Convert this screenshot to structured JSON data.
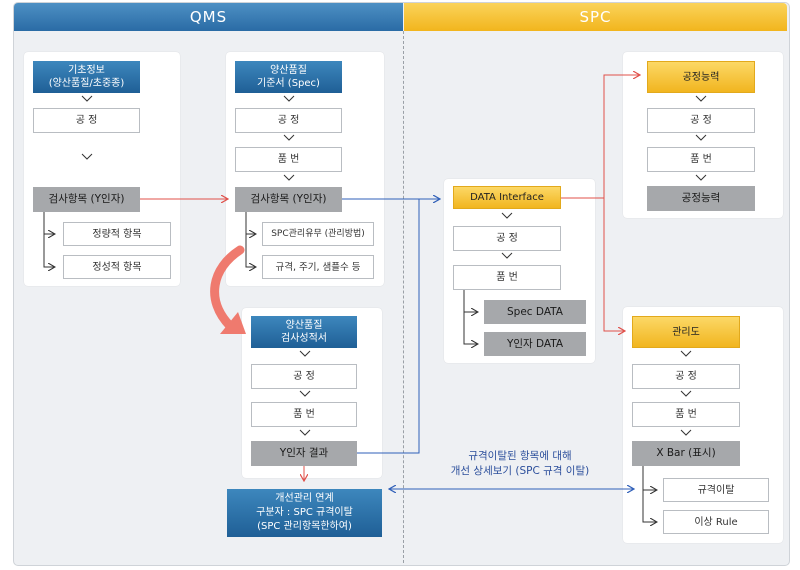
{
  "headers": {
    "qms": "QMS",
    "spc": "SPC"
  },
  "col1": {
    "title": "기초정보\n(양산품질/초중종)",
    "process": "공 정",
    "inspection": "검사항목 (Y인자)",
    "sub": [
      "정량적 항목",
      "정성적 항목"
    ]
  },
  "col2": {
    "title": "양산품질\n기준서 (Spec)",
    "process": "공 정",
    "part": "품 번",
    "inspection": "검사항목 (Y인자)",
    "sub": [
      "SPC관리유무 (관리방법)",
      "규격, 주기, 샘플수 등"
    ]
  },
  "col3": {
    "title": "양산품질\n검사성적서",
    "process": "공 정",
    "part": "품 번",
    "result": "Y인자 결과"
  },
  "improvement": "개선관리 연계\n구분자 : SPC 규격이탈\n(SPC 관리항목한하여)",
  "data_interface": {
    "title": "DATA Interface",
    "process": "공 정",
    "part": "품 번",
    "sub": [
      "Spec DATA",
      "Y인자 DATA"
    ]
  },
  "capability": {
    "title": "공정능력",
    "process": "공 정",
    "part": "품 번",
    "result": "공정능력"
  },
  "control": {
    "title": "관리도",
    "process": "공 정",
    "part": "품 번",
    "chart": "X Bar (표시)",
    "sub": [
      "규격이탈",
      "이상 Rule"
    ]
  },
  "note": "규격이탈된 항목에 대해\n개선 상세보기 (SPC 규격 이탈)",
  "colors": {
    "qms": "#2a6ba5",
    "spc": "#f2b51d",
    "arrow_red": "#e0504a",
    "arrow_blue": "#2f5fb8"
  }
}
